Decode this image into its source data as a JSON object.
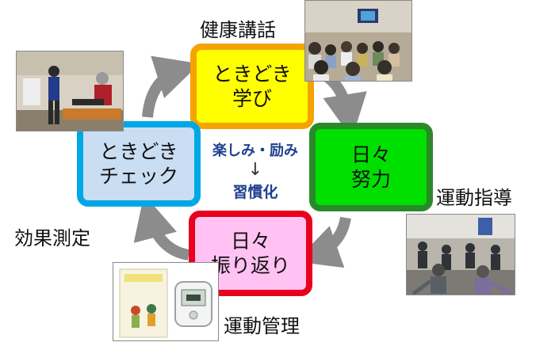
{
  "boxes": {
    "top": {
      "line1": "ときどき",
      "line2": "学び"
    },
    "right": {
      "line1": "日々",
      "line2": "努力"
    },
    "bottom": {
      "line1": "日々",
      "line2": "振り返り"
    },
    "left": {
      "line1": "ときどき",
      "line2": "チェック"
    }
  },
  "labels": {
    "health_talk": "健康講話",
    "exercise_guidance": "運動指導",
    "exercise_management": "運動管理",
    "effect_measurement": "効果測定"
  },
  "center": {
    "line1": "楽しみ・励み",
    "arrow": "↓",
    "line2": "習慣化"
  },
  "colors": {
    "top_fill": "#ffff00",
    "top_border": "#f4a300",
    "right_fill": "#00e000",
    "right_border": "#2a8a2a",
    "bottom_fill": "#ffc2f2",
    "bottom_border": "#e8001c",
    "left_fill": "#c9ddf3",
    "left_border": "#00a7e6",
    "cycle_arrow": "#8c8c8c",
    "center_text": "#1f3f8f"
  }
}
